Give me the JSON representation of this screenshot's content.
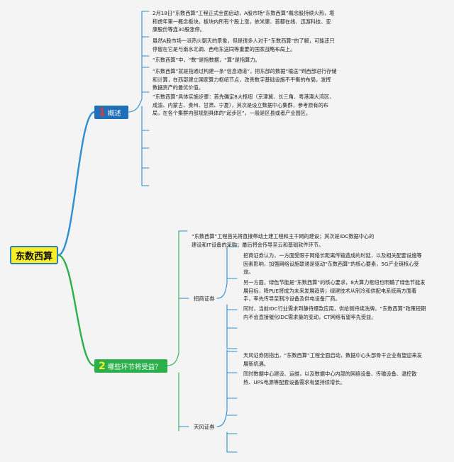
{
  "root": {
    "label": "东数西算"
  },
  "branch1": {
    "number": "1",
    "label": "概述",
    "items": [
      "2月18日“东数西算”工程正式全面启动，A股市场“东数西算”概念股持续火热，堪\n称虎年第一概念板块。板块内所有个股上涨，依米康、首都在线、迅游科技、亚\n康股份等连30股涨停。",
      "虽然A股市场一派热火朝天的景象，但是很多人对于“东数西算”的了解，可能还只\n停留在它是与南水北调、西电东送同等重要的国家战略布局上。",
      "“东数西算”中，“数”是指数据，“算”是指算力。",
      "“东数西算”就是指通过构建一条“信息通道”，把东部的数据“输送”到西部进行存储\n和计算，在西部建立国家算力枢纽节点，改善数字基础设施不平衡的布局，发挥\n数据资产的最优价值。",
      "“东数西算”具体实施步骤：首先确定8大枢纽（京津冀、长三角、粤港澳大湾区、\n成渝、内蒙古、贵州、甘肃、宁夏），其次是设立数据中心集群，参考原有的布\n局，在各个集群内部规划具体的“起步区”，一般是区县或者产业园区。"
    ]
  },
  "branch2": {
    "number": "2",
    "label": "哪些环节将受益？",
    "intro": "“东数西算”工程首先将直接带动土建工程和主干网的建设；其次是IDC数据中心的\n建设和IT设备的采购；最后将会传导至云和基础软件环节。",
    "groups": [
      {
        "label": "招商证券",
        "items": [
          "招商证券认为，一方面受限于网络长距离传输造成的时延，以及相关配套设施等\n因素影响，加强网络设施联通是驱动“东数西算”的核心要素，5G产业链核心受\n益。",
          "另一方面，绿色节能是“东数西算”的核心要求，8大算力枢纽也明确了绿色节能发\n展目标，降PUE将成为未来发展趋势；绿建技术从制冷和供配电系统两方面着\n手，率先传导至制冷设备及供电设备厂商。",
          "同时，当前IDC行业需求到静待爆款应用，供给侧持续洗牌。“东数西算”政策短期\n内不会直接催化IDC需求量的变动，CT网络有望率先受益。"
        ]
      },
      {
        "label": "天风证券",
        "items": [
          "天风证券则指出，“东数西算”工程全面启动，数据中心头部骨干企业有望迎来发\n展新机遇。",
          "同时数据中心建设、运维，以及数据中心内部的网络设备、传输设备、温控散\n热、UPS电源等配套设备需求有望持续增长。"
        ]
      }
    ]
  },
  "colors": {
    "line": "#2e8fd0",
    "root_bg": "#f6f024",
    "branch1_bg": "#1f6fb9",
    "branch2_bg": "#2bb04b"
  }
}
